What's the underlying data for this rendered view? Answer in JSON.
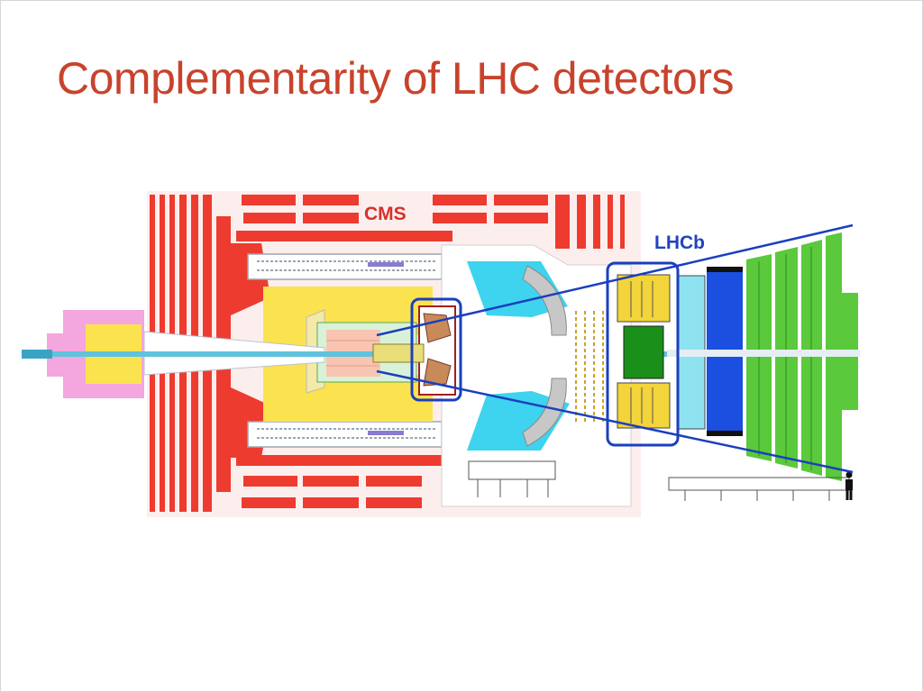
{
  "slide": {
    "title": "Complementarity of LHC detectors"
  },
  "diagram": {
    "labels": {
      "cms": "CMS",
      "lhcb": "LHCb"
    },
    "colors": {
      "title": "#c8432c",
      "cms_red": "#ee3b2f",
      "cms_pink": "#f4a6de",
      "cms_yellow": "#fbe24f",
      "lhcb_blue": "#1a3fbf",
      "lhcb_cyan": "#3ed3ee",
      "lhcb_green": "#5ac93b",
      "lhcb_label": "#2244bb",
      "cms_label": "#d4322a"
    }
  }
}
